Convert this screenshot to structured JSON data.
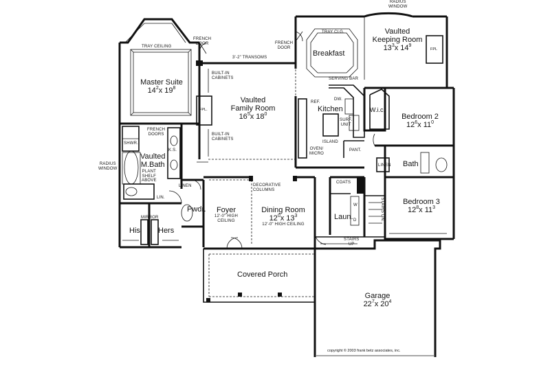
{
  "rooms": {
    "master": {
      "name": "Master Suite",
      "w_ft": "14",
      "w_in": "2",
      "l_ft": "19",
      "l_in": "8",
      "note": "TRAY CEILING"
    },
    "family": {
      "name1": "Vaulted",
      "name2": "Family Room",
      "w_ft": "16",
      "w_in": "5",
      "l_ft": "18",
      "l_in": "0"
    },
    "breakfast": {
      "name": "Breakfast",
      "note": "TRAY CLG."
    },
    "keeping": {
      "name1": "Vaulted",
      "name2": "Keeping Room",
      "w_ft": "13",
      "w_in": "3",
      "l_ft": "14",
      "l_in": "9"
    },
    "kitchen": {
      "name": "Kitchen"
    },
    "bed2": {
      "name": "Bedroom 2",
      "w_ft": "12",
      "w_in": "6",
      "l_ft": "11",
      "l_in": "0"
    },
    "bed3": {
      "name": "Bedroom 3",
      "w_ft": "12",
      "w_in": "8",
      "l_ft": "11",
      "l_in": "3"
    },
    "dining": {
      "name": "Dining Room",
      "w_ft": "12",
      "w_in": "0",
      "l_ft": "13",
      "l_in": "3",
      "note": "12'-0\" HIGH CEILING"
    },
    "foyer": {
      "name": "Foyer",
      "note1": "12'-0\" HIGH",
      "note2": "CEILING"
    },
    "porch": {
      "name": "Covered Porch"
    },
    "garage": {
      "name": "Garage",
      "w_ft": "22",
      "w_in": "7",
      "l_ft": "20",
      "l_in": "4"
    },
    "mbath": {
      "name1": "Vaulted",
      "name2": "M.Bath"
    },
    "wic": {
      "name": "W.i.c."
    },
    "bath": {
      "name": "Bath"
    },
    "pwdr": {
      "name": "Pwdr."
    },
    "laun": {
      "name": "Laun."
    },
    "his": {
      "name": "His"
    },
    "hers": {
      "name": "Hers"
    }
  },
  "labels": {
    "radius_window_top": "RADIUS\nWINDOW",
    "radius_top1": "RADIUS",
    "radius_top2": "WINDOW",
    "radius_left1": "RADIUS",
    "radius_left2": "WINDOW",
    "french_door_left1": "FRENCH",
    "french_door_left2": "DOOR",
    "french_door_right1": "FRENCH",
    "french_door_right2": "DOOR",
    "transoms": "3'-2\" TRANSOMS",
    "builtin1a": "BUILT-IN",
    "builtin1b": "CABINETS",
    "builtin2a": "BUILT-IN",
    "builtin2b": "CABINETS",
    "fpl_family": "FPL.",
    "fpl_keeping": "FPL",
    "serving_bar": "SERVING BAR",
    "ref": "REF.",
    "dw": "DW.",
    "surf1": "SURF.",
    "surf2": "UNIT",
    "island": "ISLAND",
    "oven1": "OVEN/",
    "oven2": "MICRO",
    "pant": "PANT.",
    "linen_bed": "LINEN",
    "linen_bath": "LINEN",
    "lin": "LIN.",
    "shwr": "SHWR.",
    "french_doors1": "FRENCH",
    "french_doors2": "DOORS",
    "ks": "K.S.",
    "plant1": "PLANT",
    "plant2": "SHELF",
    "plant3": "ABOVE",
    "mirror": "MIRROR",
    "deco1": "DECORATIVE",
    "deco2": "COLUMNS",
    "coats": "COATS",
    "stairs_up1": "STAIRS",
    "stairs_up2": "UP",
    "stairs_dn1": "STAIRS",
    "stairs_dn2": "DN.",
    "d_label": "D",
    "w_label": "W",
    "copyright": "copyright © 2003 frank betz associates, inc."
  }
}
